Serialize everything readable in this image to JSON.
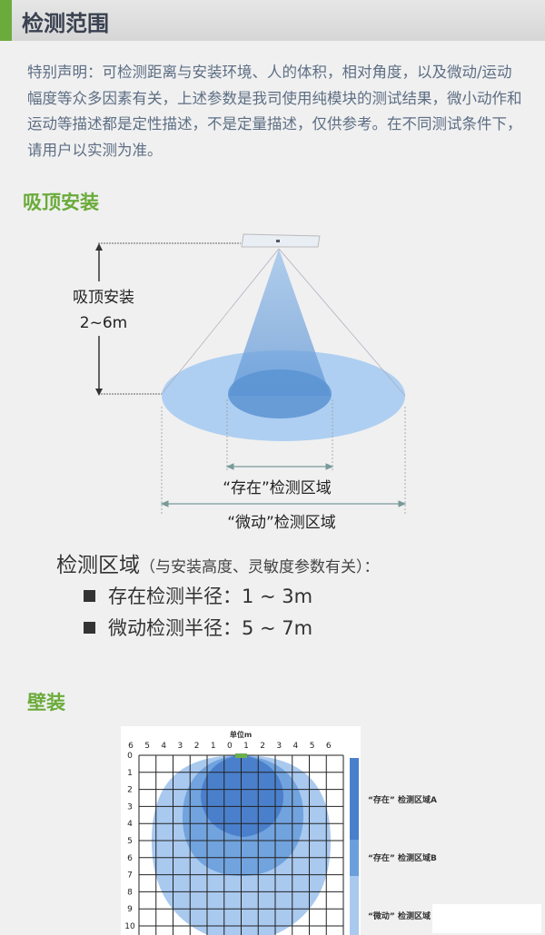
{
  "header": {
    "title": "检测范围"
  },
  "notice": "特别声明：可检测距离与安装环境、人的体积，相对角度，以及微动/运动幅度等众多因素有关，上述参数是我司使用纯模块的测试结果，微小动作和运动等描述都是定性描述，不是定量描述，仅供参考。在不同测试条件下，请用户以实测为准。",
  "ceiling": {
    "heading": "吸顶安装",
    "height_label": "吸顶安装",
    "height_value": "2~6m",
    "presence_label": "“存在”检测区域",
    "motion_label": "“微动”检测区域"
  },
  "zones": {
    "title": "检测区域",
    "note": "（与安装高度、灵敏度参数有关）：",
    "items": [
      "存在检测半径：1 ~ 3m",
      "微动检测半径：5 ~ 7m"
    ]
  },
  "wall": {
    "heading": "壁装",
    "unit": "单位m",
    "x_ticks": [
      "6",
      "5",
      "4",
      "3",
      "2",
      "1",
      "0",
      "1",
      "2",
      "3",
      "4",
      "5",
      "6"
    ],
    "y_ticks": [
      "0",
      "1",
      "2",
      "3",
      "4",
      "5",
      "6",
      "7",
      "8",
      "9",
      "10"
    ],
    "legend": [
      "“存在” 检测区域A",
      "“存在” 检测区域B",
      "“微动” 检测区域"
    ],
    "colors": {
      "A": "#4a7fcc",
      "B": "#6a9fdc",
      "C": "#a9c9ef"
    }
  }
}
